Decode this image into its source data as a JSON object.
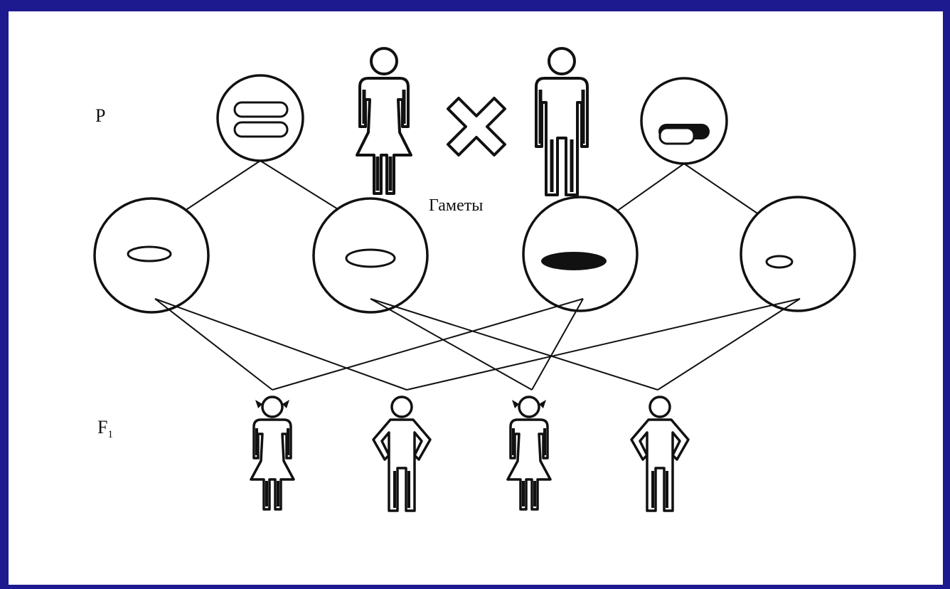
{
  "labels": {
    "parents": "P",
    "offspring_letter": "F",
    "offspring_index": "1",
    "gametes": "Гаметы"
  },
  "icons": [
    "female-figure-icon",
    "cross-icon",
    "male-figure-icon"
  ],
  "colors": {
    "frame": "#1d1a8f",
    "panel": "#ffffff",
    "ink": "#111111"
  }
}
